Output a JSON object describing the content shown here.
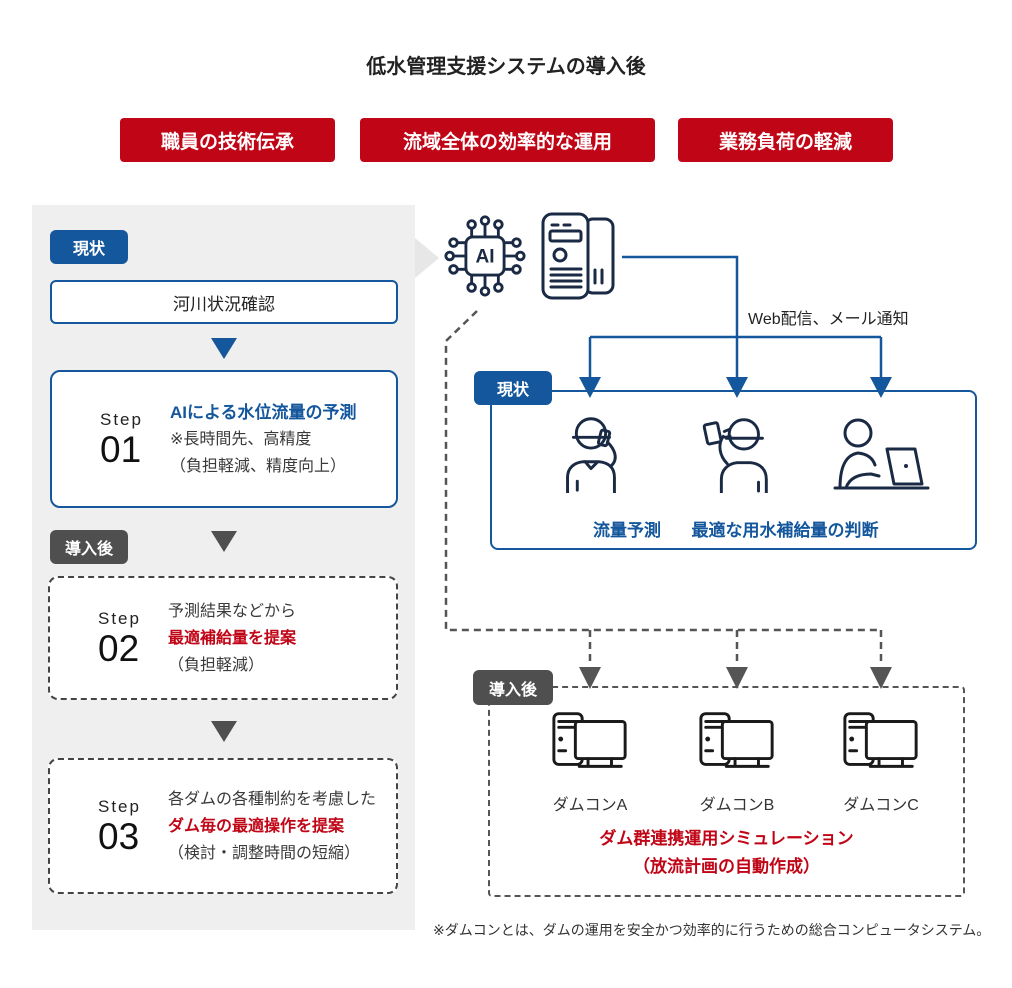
{
  "title": "低水管理支援システムの導入後",
  "banners": [
    {
      "label": "職員の技術伝承"
    },
    {
      "label": "流域全体の効率的な運用"
    },
    {
      "label": "業務負荷の軽減"
    }
  ],
  "left_flow": {
    "current_badge": "現状",
    "after_badge": "導入後",
    "initial_box": "河川状況確認",
    "steps": [
      {
        "step_label": "Step",
        "step_num": "01",
        "title": "AIによる水位流量の予測",
        "line2": "※長時間先、高精度",
        "line3": "（負担軽減、精度向上）"
      },
      {
        "step_label": "Step",
        "step_num": "02",
        "line1": "予測結果などから",
        "highlight": "最適補給量を提案",
        "line3": "（負担軽減）"
      },
      {
        "step_label": "Step",
        "step_num": "03",
        "line1": "各ダムの各種制約を考慮した",
        "highlight": "ダム毎の最適操作を提案",
        "line3": "（検討・調整時間の短縮）"
      }
    ]
  },
  "right_flow": {
    "ai_chip_label": "AI",
    "delivery_label": "Web配信、メール通知",
    "current_badge": "現状",
    "after_badge": "導入後",
    "role_labels": {
      "flow_forecast": "流量予測",
      "supply_judgement": "最適な用水補給量の判断"
    },
    "damcons": [
      {
        "label": "ダムコンA"
      },
      {
        "label": "ダムコンB"
      },
      {
        "label": "ダムコンC"
      }
    ],
    "simulation": {
      "line1": "ダム群連携運用シミュレーション",
      "line2": "（放流計画の自動作成）"
    }
  },
  "footnote": "※ダムコンとは、ダムの運用を安全かつ効率的に行うための総合コンピュータシステム。",
  "colors": {
    "accent_red": "#C00516",
    "accent_blue": "#14579C",
    "icon_navy": "#1A2A44",
    "badge_gray": "#4F4F4F",
    "panel_gray": "#EFEFEF",
    "dash_gray": "#555555",
    "text_dark": "#333333"
  }
}
